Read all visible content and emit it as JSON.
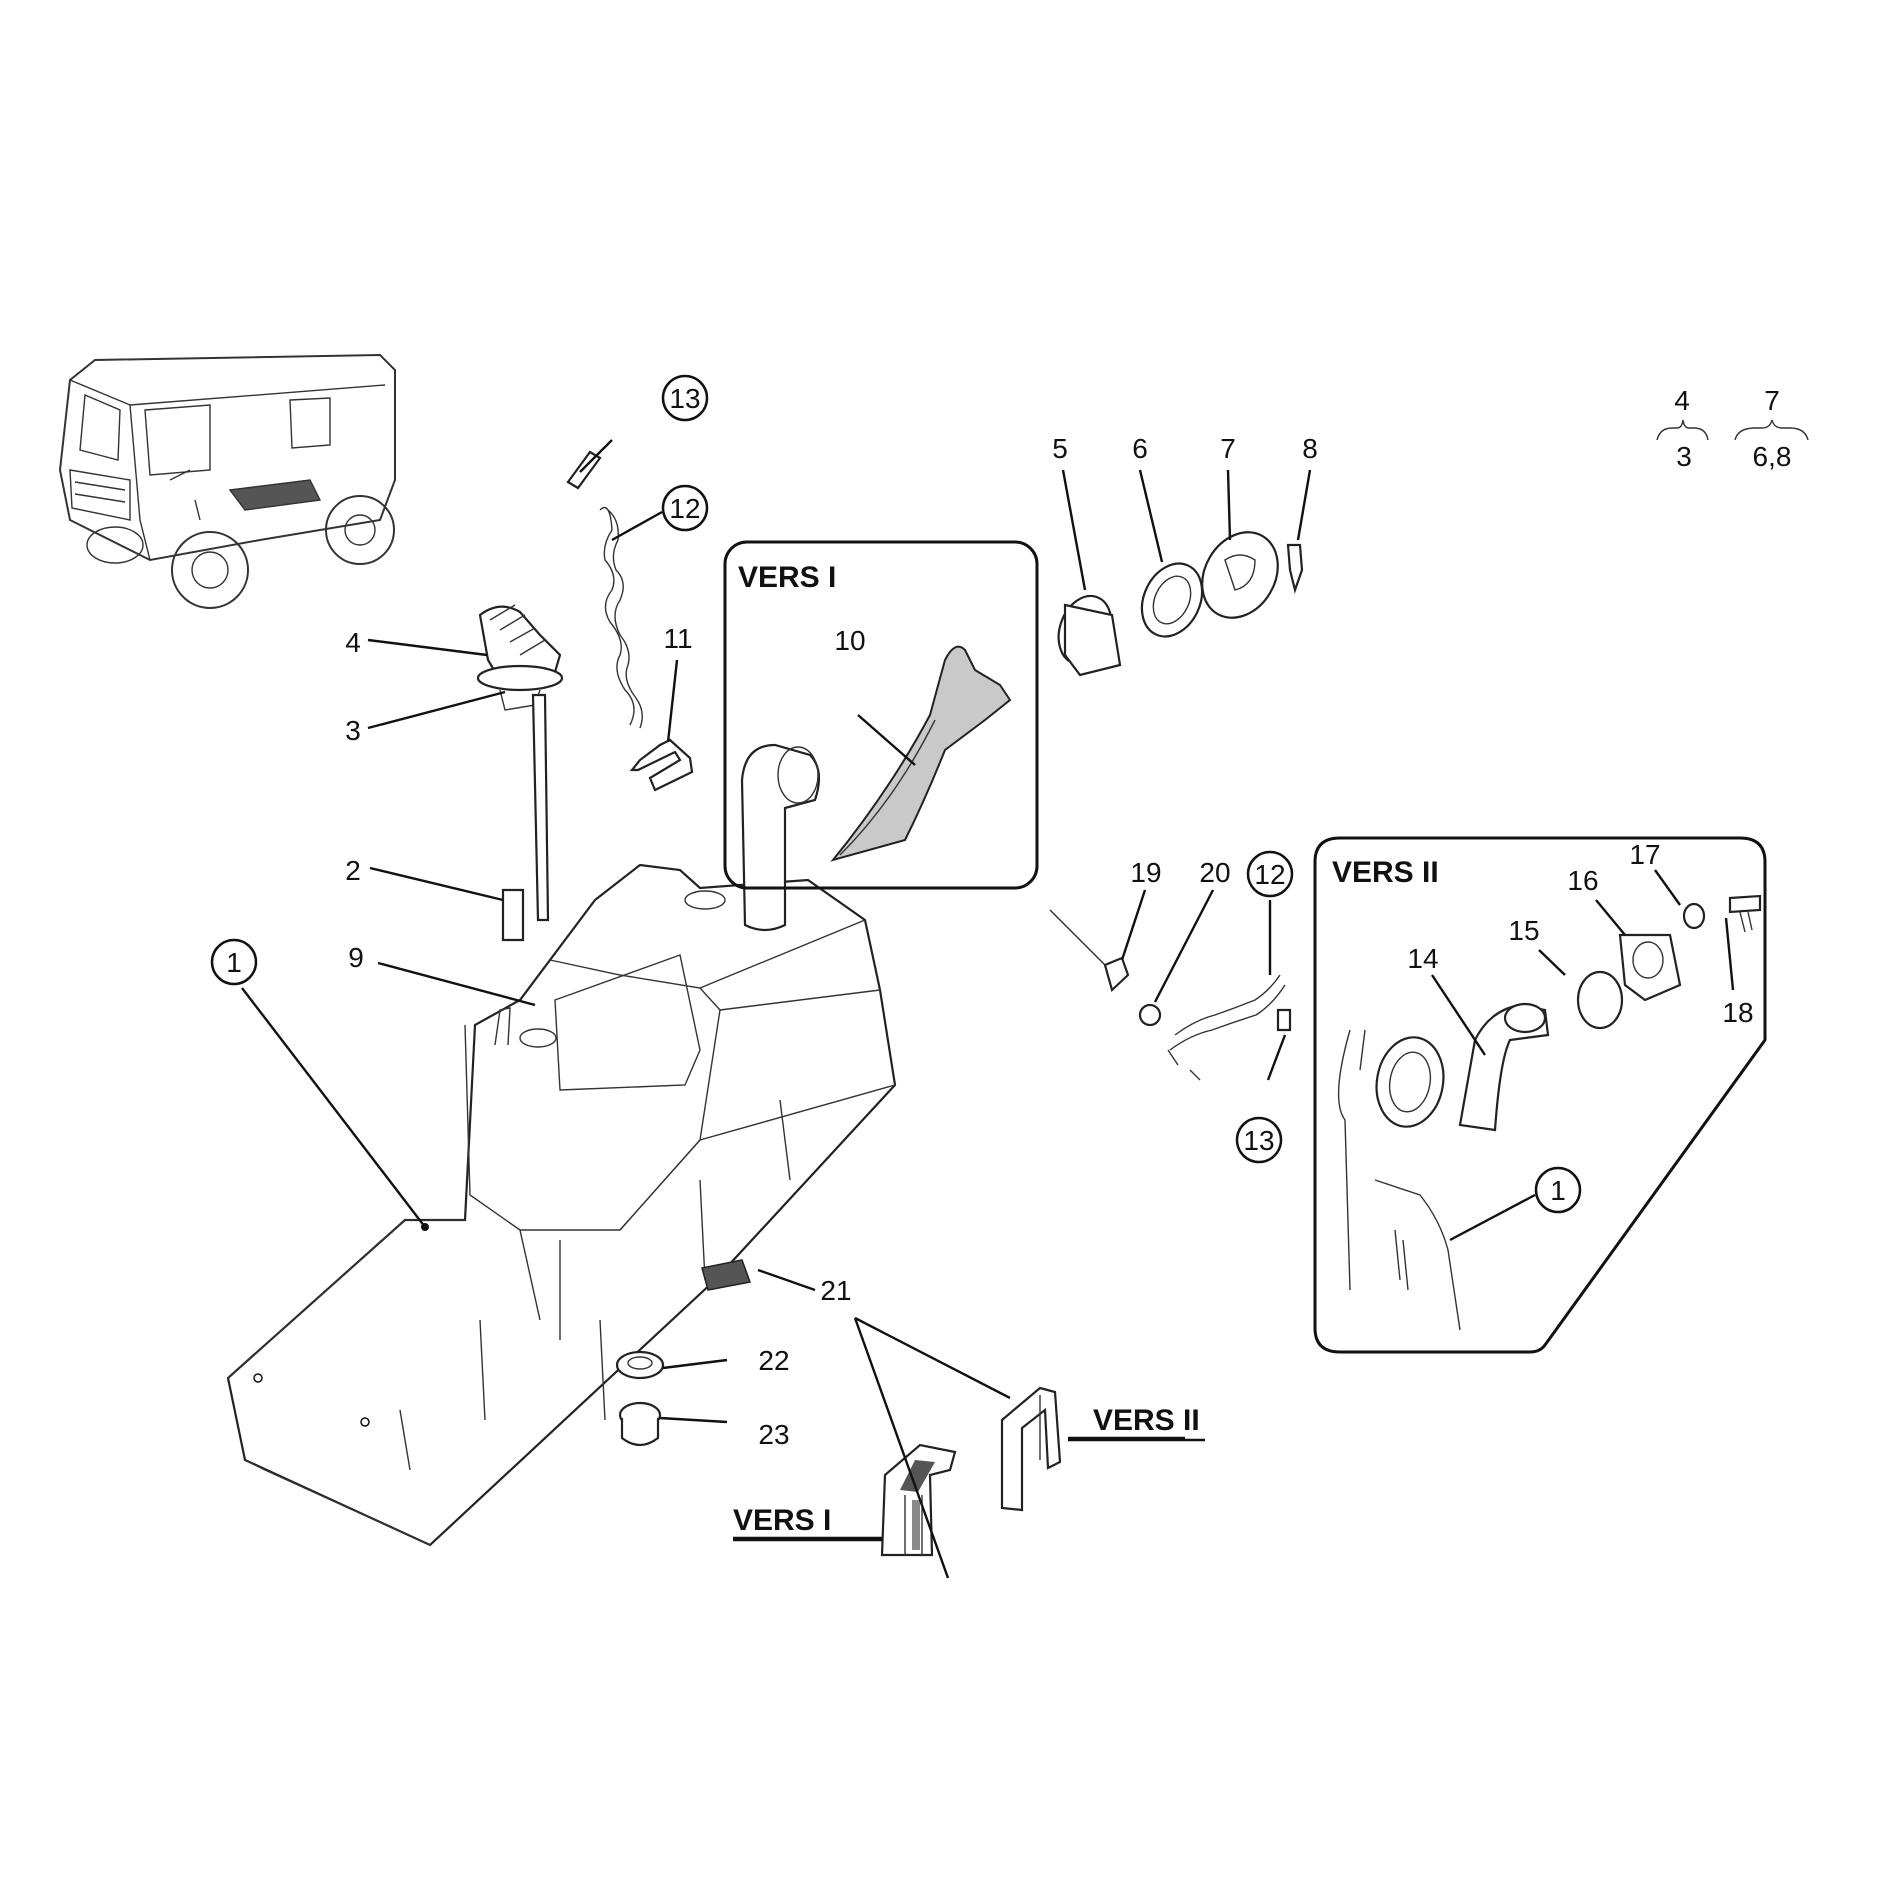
{
  "callouts": {
    "c1_main": "1",
    "c2": "2",
    "c3": "3",
    "c4": "4",
    "c5": "5",
    "c6": "6",
    "c7": "7",
    "c8": "8",
    "c9": "9",
    "c10": "10",
    "c11": "11",
    "c12_top": "12",
    "c12_right": "12",
    "c13_top": "13",
    "c13_right": "13",
    "c14": "14",
    "c15": "15",
    "c16": "16",
    "c17": "17",
    "c18": "18",
    "c19": "19",
    "c20": "20",
    "c21": "21",
    "c22": "22",
    "c23": "23",
    "c1_vers2": "1"
  },
  "versions": {
    "vers1_box": "VERS I",
    "vers2_box": "VERS II",
    "vers1_bracket": "VERS I",
    "vers2_bracket": "VERS II"
  },
  "assembly_key": {
    "a_top": "4",
    "a_bottom": "3",
    "b_top": "7",
    "b_bottom": "6,8"
  },
  "icons": [
    "vehicle-thumbnail",
    "fuel-tank",
    "fuel-gauge-sender",
    "filler-neck",
    "filler-cap",
    "chain",
    "bracket-profile"
  ]
}
